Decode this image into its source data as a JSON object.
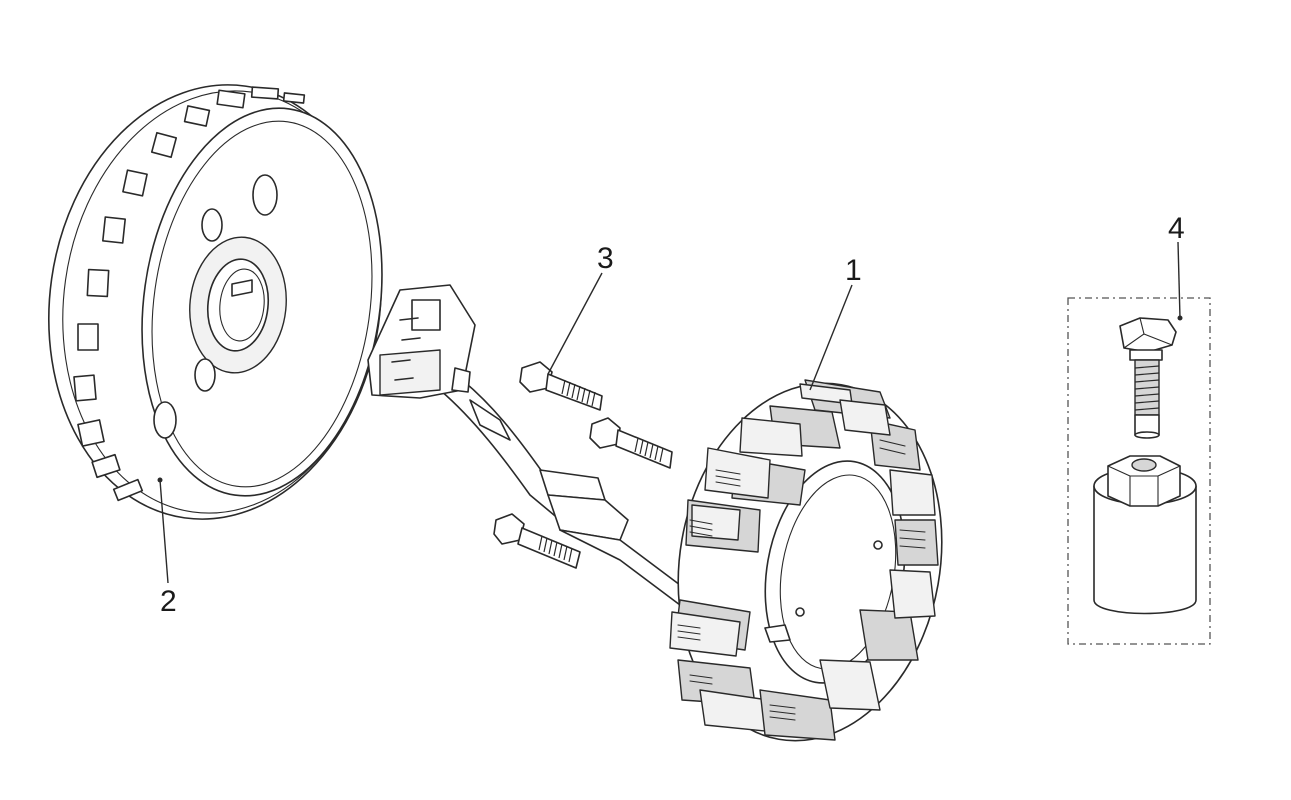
{
  "callouts": [
    {
      "id": "1",
      "label": "1"
    },
    {
      "id": "2",
      "label": "2"
    },
    {
      "id": "3",
      "label": "3"
    },
    {
      "id": "4",
      "label": "4"
    }
  ],
  "colors": {
    "line": "#2a2a2a",
    "background": "#ffffff",
    "shade": "#d6d6d6"
  }
}
